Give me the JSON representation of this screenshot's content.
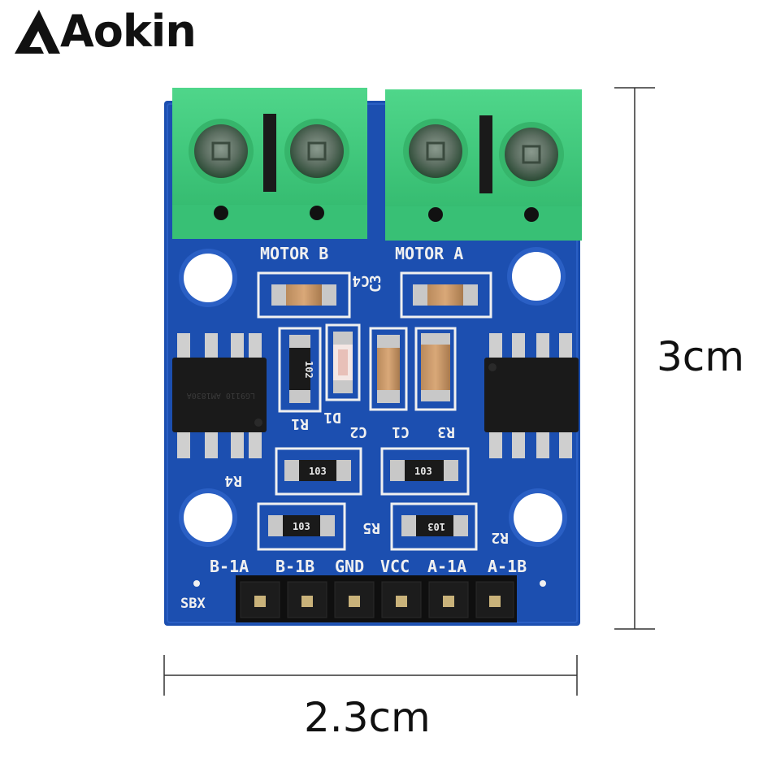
{
  "brand": {
    "name": "Aokin"
  },
  "dimensions": {
    "height_label": "3cm",
    "width_label": "2.3cm"
  },
  "board": {
    "terminal_labels": {
      "motor_b": "MOTOR B",
      "motor_a": "MOTOR A"
    },
    "component_labels": {
      "c4": "C4",
      "c3": "C3",
      "r1": "R1",
      "d1": "D1",
      "c2": "C2",
      "c1": "C1",
      "r3": "R3",
      "r4": "R4",
      "r5": "R5",
      "r2": "R2"
    },
    "resistor_codes": {
      "r1": "102",
      "r4": "103",
      "r3": "103",
      "r5": "103",
      "r2": "103"
    },
    "chip_markings": {
      "left": "LG9110 AM1830A",
      "right": ""
    },
    "pin_labels": [
      "B-1A",
      "B-1B",
      "GND",
      "VCC",
      "A-1A",
      "A-1B"
    ],
    "vendor_mark": "SBX",
    "colors": {
      "pcb": "#1c4fb0",
      "terminal": "#3ec97a",
      "silkscreen": "#f0f0f0",
      "chip": "#1a1a1a",
      "header": "#0f0f0f",
      "pad": "#c8c8c8"
    }
  }
}
